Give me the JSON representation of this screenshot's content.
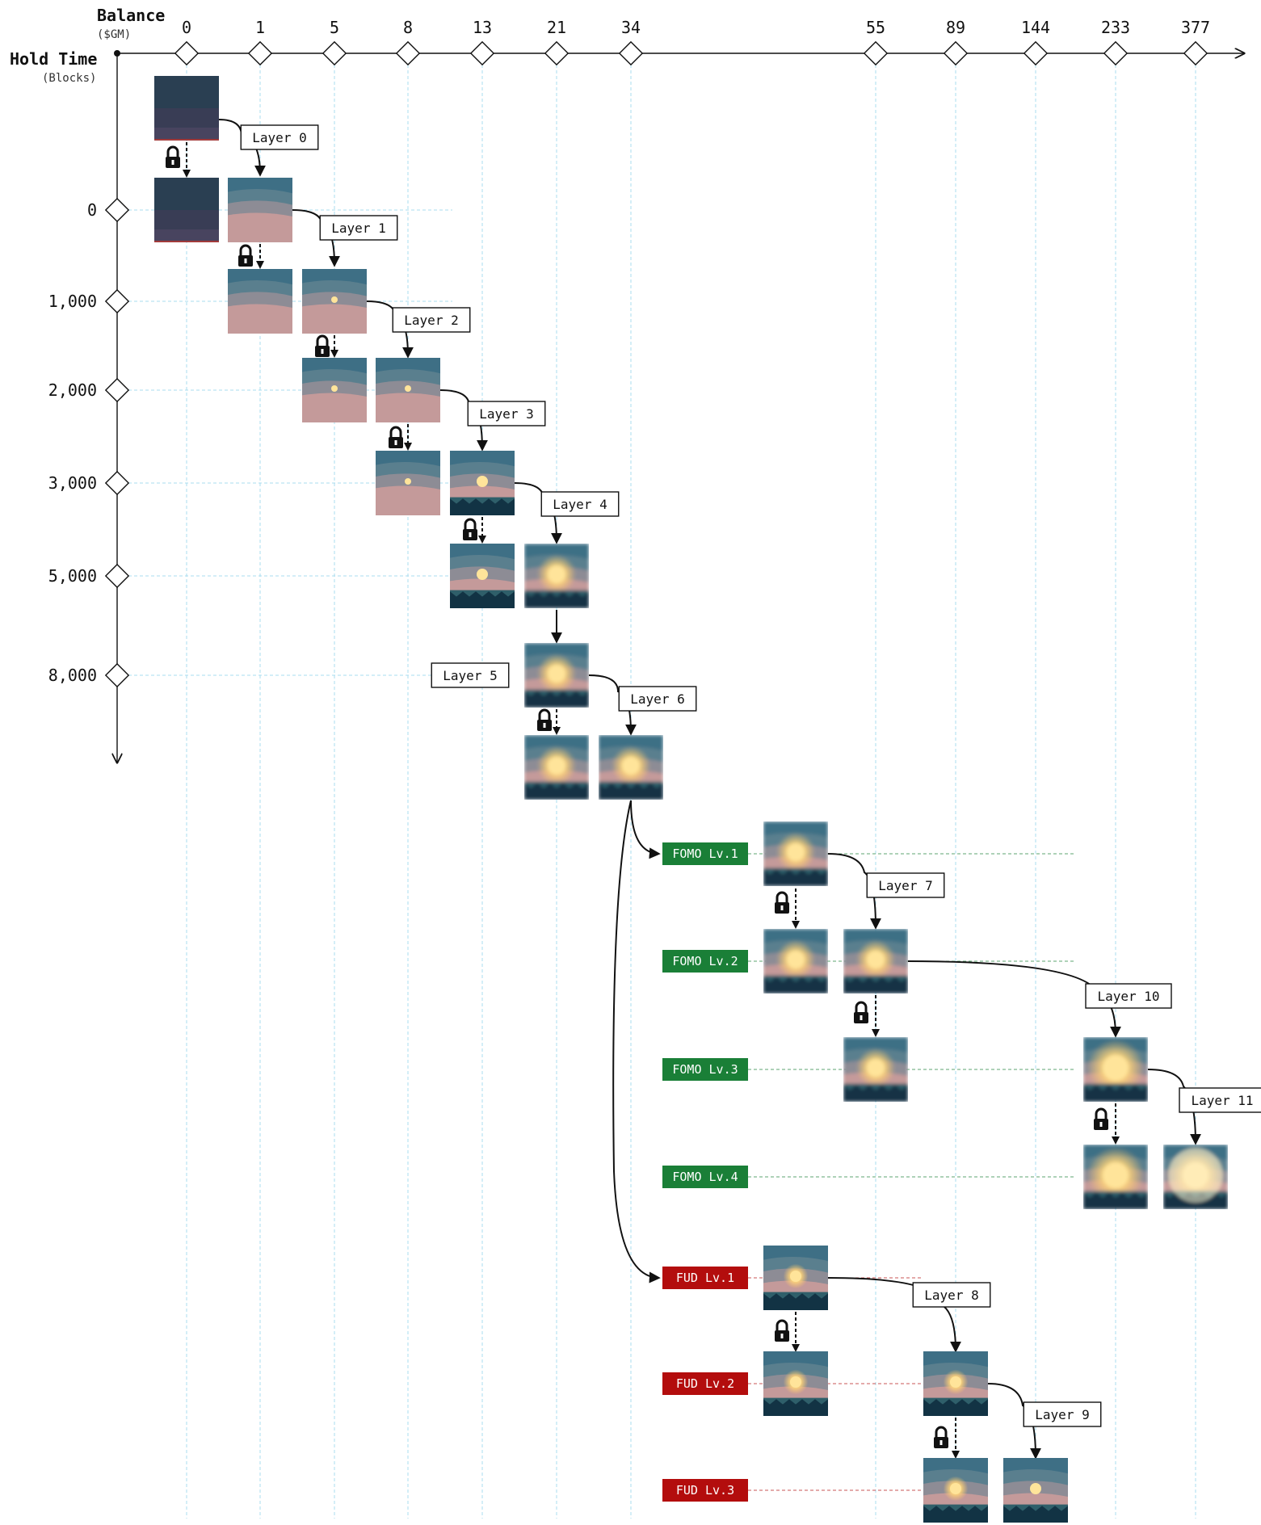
{
  "header": {
    "balance_title": "Balance",
    "balance_unit": "($GM)",
    "hold_title": "Hold Time",
    "hold_unit": "(Blocks)"
  },
  "balance_ticks": [
    "0",
    "1",
    "5",
    "8",
    "13",
    "21",
    "34",
    "55",
    "89",
    "144",
    "233",
    "377"
  ],
  "hold_ticks": [
    "0",
    "1,000",
    "2,000",
    "3,000",
    "5,000",
    "8,000"
  ],
  "layers": [
    "Layer 0",
    "Layer 1",
    "Layer 2",
    "Layer 3",
    "Layer 4",
    "Layer 5",
    "Layer 6",
    "Layer 7",
    "Layer 8",
    "Layer 9",
    "Layer 10",
    "Layer 11"
  ],
  "fomo_levels": [
    "FOMO Lv.1",
    "FOMO Lv.2",
    "FOMO Lv.3",
    "FOMO Lv.4"
  ],
  "fud_levels": [
    "FUD Lv.1",
    "FUD Lv.2",
    "FUD Lv.3"
  ],
  "colors": {
    "fomo": "#1a7f37",
    "fud": "#b30d0d",
    "grid": "#a9dcef",
    "ink": "#111111"
  }
}
